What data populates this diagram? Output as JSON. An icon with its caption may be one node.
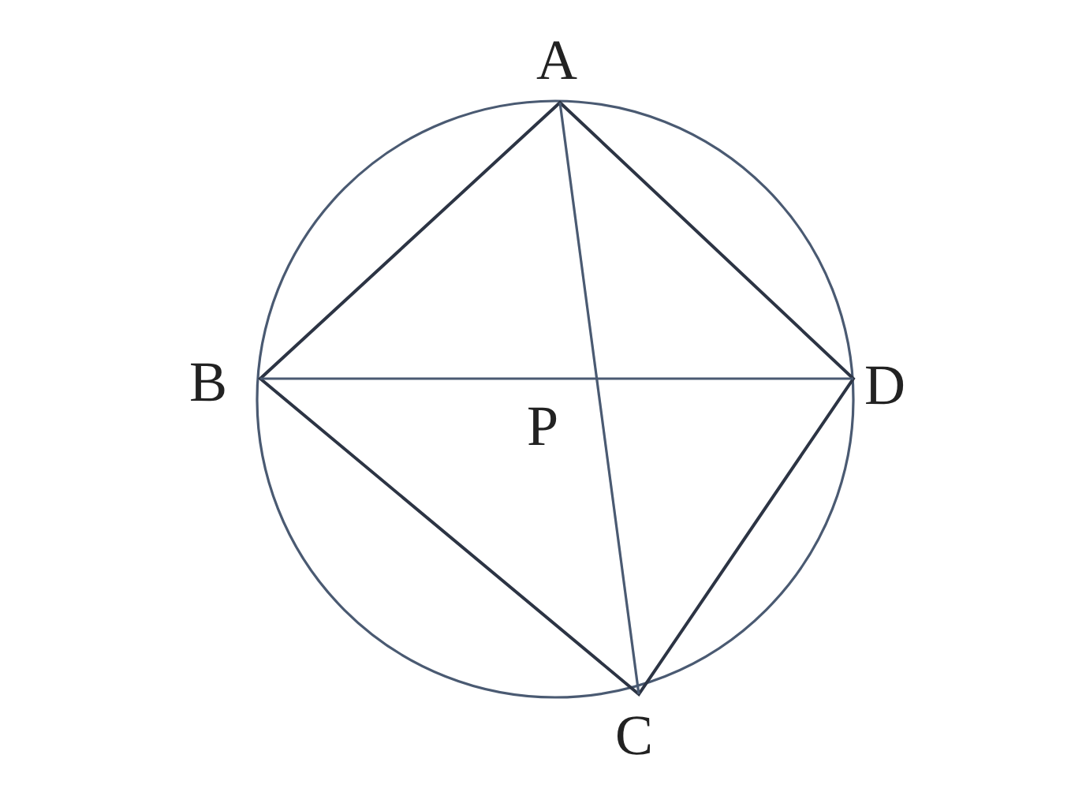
{
  "diagram": {
    "labels": [
      "A",
      "B",
      "D",
      "P",
      "C"
    ]
  }
}
